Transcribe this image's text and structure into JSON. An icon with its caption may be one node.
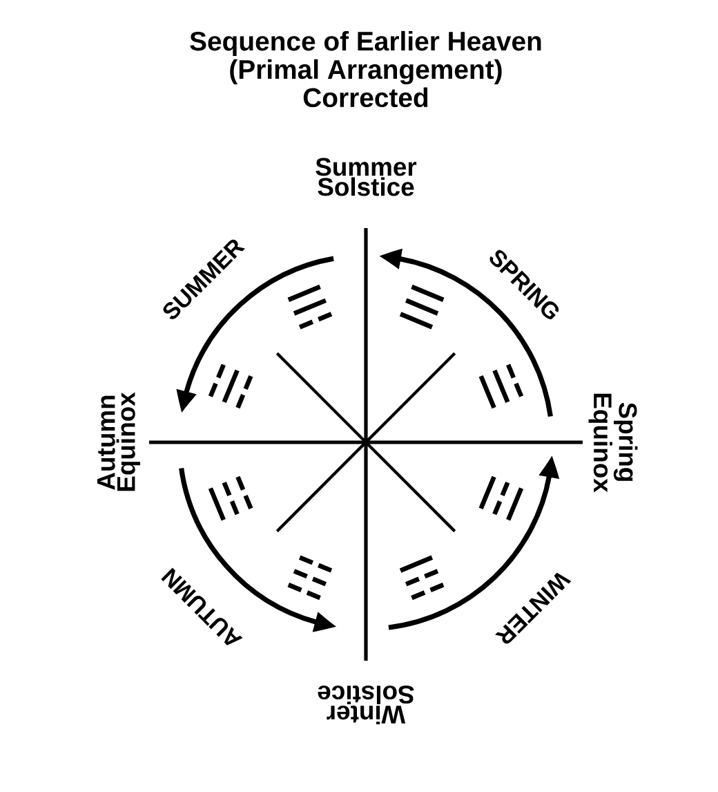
{
  "diagram": {
    "title": "Sequence of Earlier Heaven (Primal Arrangement) Corrected",
    "labels": [
      "Summer Solstice",
      "SUMMER",
      "SPRING",
      "☴",
      "☰",
      "☵",
      "☱",
      "Autumn Equinox",
      "Spring Equinox",
      "☶",
      "☲",
      "☷",
      "☳",
      "AUTUMN",
      "WINTER",
      "Winter Solstice"
    ]
  }
}
